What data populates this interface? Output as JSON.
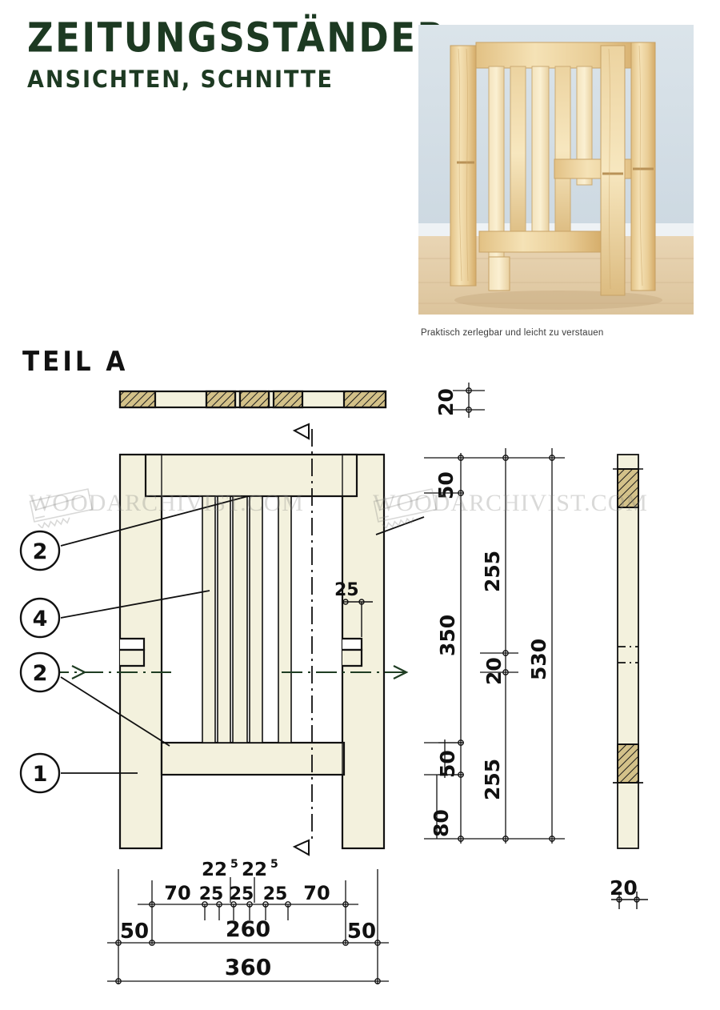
{
  "title": {
    "main": "ZEITUNGSSTÄNDER",
    "subtitle": "ANSICHTEN, SCHNITTE"
  },
  "photo": {
    "caption": "Praktisch zerlegbar und leicht zu verstauen",
    "alt_name": "magazine-rack-photo",
    "wall_color": "#d6dfe6",
    "floor_color": "#e3cfae",
    "wood_light": "#f2dfb0",
    "wood_mid": "#e8c98a",
    "wood_dark": "#d8b36a"
  },
  "section_heading": "TEIL A",
  "drawing": {
    "fill_color": "#f3f1dd",
    "hatch_color": "#d3c189",
    "line_color": "#111111",
    "center_line_color": "#1f3d23"
  },
  "callouts": [
    {
      "id": "callout-2-top",
      "label": "2"
    },
    {
      "id": "callout-4",
      "label": "4"
    },
    {
      "id": "callout-2-mid",
      "label": "2"
    },
    {
      "id": "callout-1",
      "label": "1"
    }
  ],
  "dimensions": {
    "front_view": {
      "slat_detail": "25"
    },
    "vertical_chain": {
      "top_thickness": "20",
      "top_gap": "50",
      "upper_segment": "255",
      "mid_segment": "350",
      "mid_thickness": "20",
      "overall": "530",
      "lower_segment": "255",
      "lower_gap": "50",
      "foot": "80"
    },
    "side_section": {
      "bottom_thickness": "20"
    },
    "bottom_chain": {
      "spacing_a": "22",
      "spacing_a_sup": "5",
      "spacing_b": "22",
      "spacing_b_sup": "5",
      "edge_left": "70",
      "slat_1": "25",
      "slat_2": "25",
      "slat_3": "25",
      "edge_right": "70",
      "leg_left": "50",
      "inner_width": "260",
      "leg_right": "50",
      "overall_width": "360"
    }
  },
  "watermarks": [
    {
      "text": "WOODARCHIVIST.COM"
    },
    {
      "text": "WOODARCHIVIST.COM"
    }
  ]
}
